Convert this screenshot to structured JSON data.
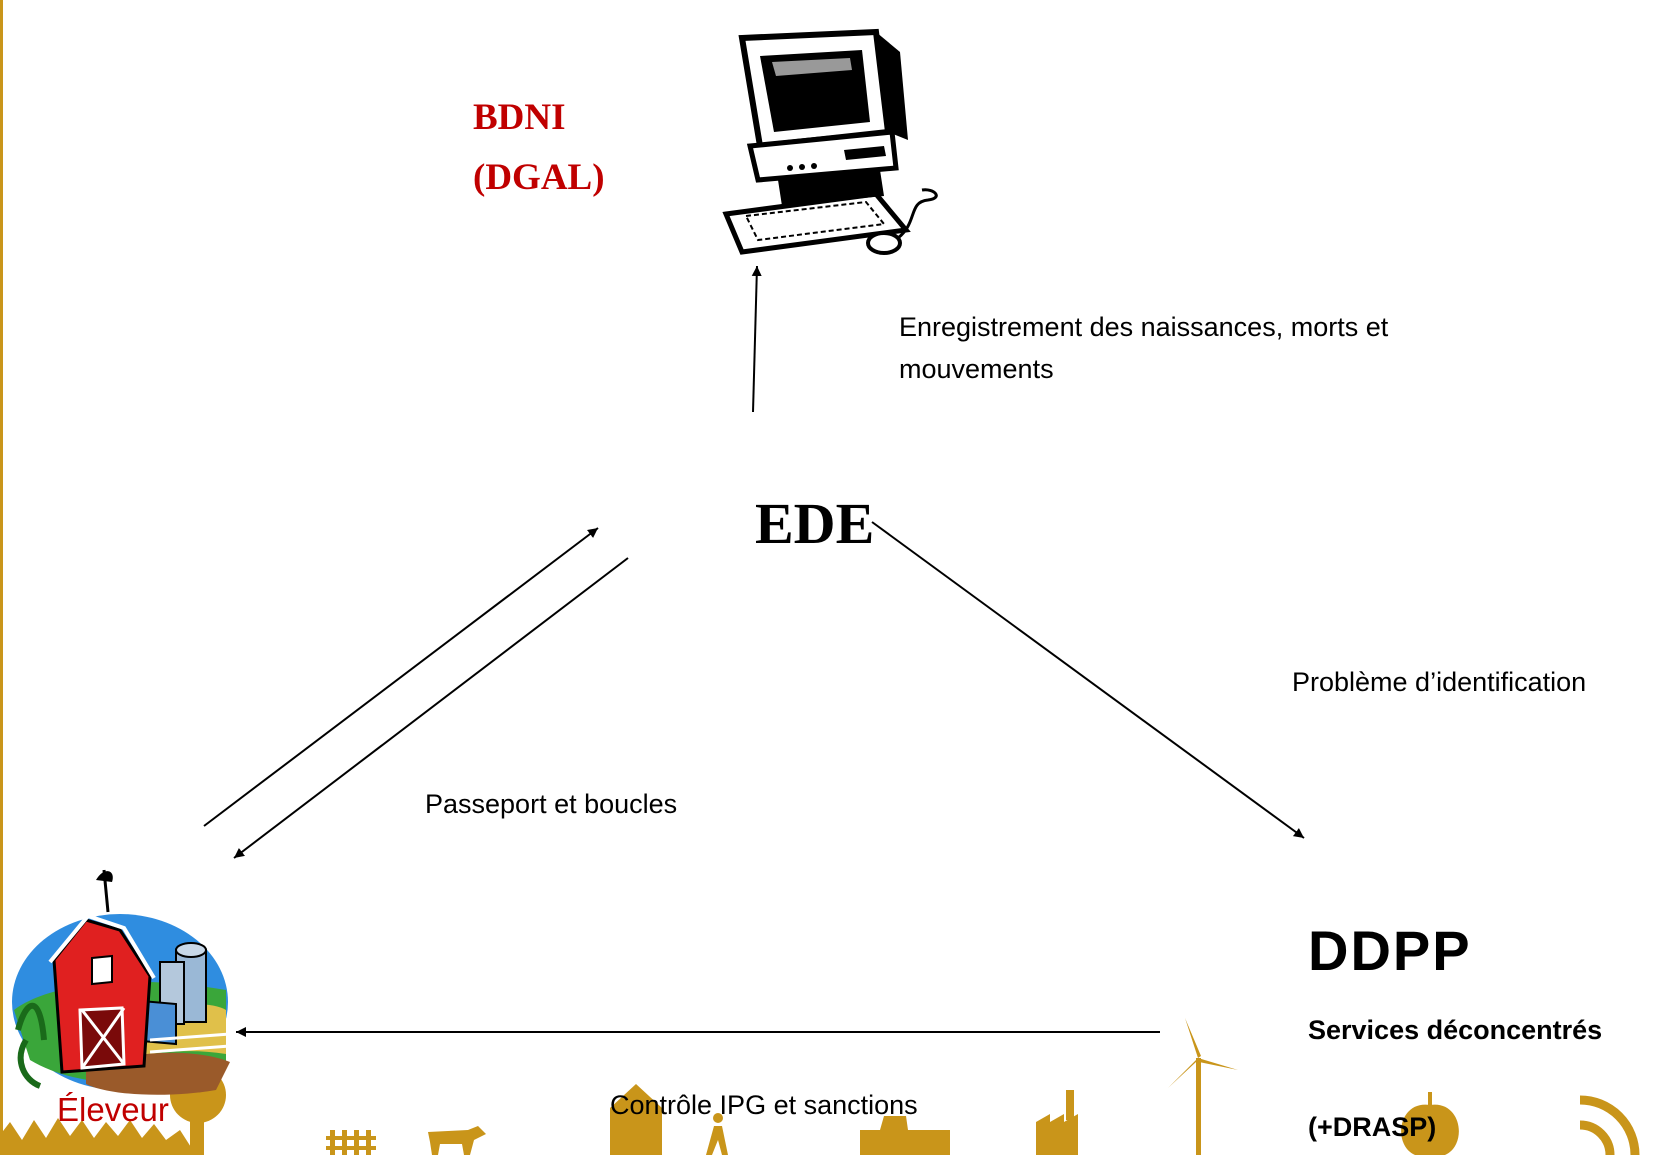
{
  "nodes": {
    "bdni_line1": "BDNI",
    "bdni_line2": "(DGAL)",
    "ede": "EDE",
    "ddpp": "DDPP",
    "ddpp_sub1": "Services déconcentrés",
    "ddpp_sub2": "(+DRASP)",
    "eleveur": "Éleveur"
  },
  "edges": {
    "ede_to_bdni": "Enregistrement des naissances, morts et mouvements",
    "ede_to_ddpp": "Problème d’identification",
    "ede_eleveur": "Passeport et boucles",
    "ddpp_to_eleveur": "Contrôle IPG et sanctions"
  },
  "icons": [
    "computer-icon",
    "farm-icon"
  ],
  "colors": {
    "accent_red": "#c00000",
    "gold": "#c9951a",
    "text": "#000000"
  }
}
